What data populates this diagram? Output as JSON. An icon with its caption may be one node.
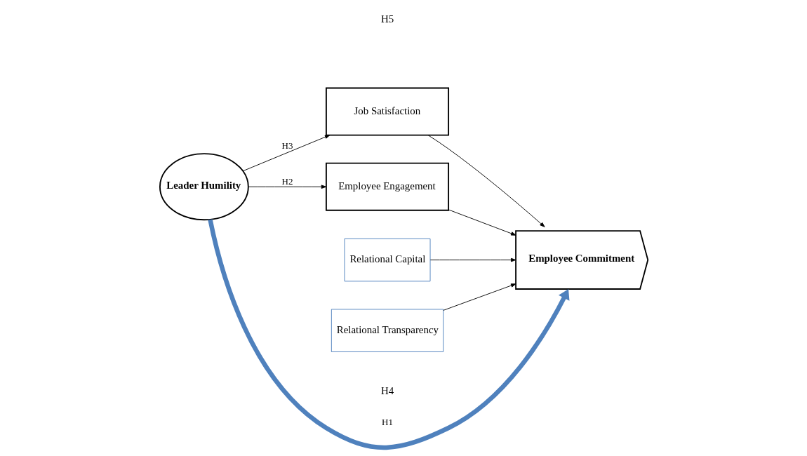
{
  "diagram": {
    "nodes": [
      {
        "text": [
          "Leader Humility"
        ]
      },
      {
        "text": [
          "Job Satisfaction"
        ]
      },
      {
        "text": [
          "Employee Engagement"
        ]
      },
      {
        "text": [
          "Employee Commitment"
        ]
      },
      {
        "text": [
          "Relational Capital"
        ]
      },
      {
        "text": [
          "Relational Transparency"
        ]
      }
    ],
    "edges": [
      {
        "from": 0,
        "to": 1,
        "arrow": "to",
        "label": "H3"
      },
      {
        "from": 0,
        "to": 3,
        "arrow": "to",
        "label": "H1",
        "style": "thick",
        "color": "#4f81bd"
      },
      {
        "from": 0,
        "to": 2,
        "arrow": "to",
        "label": "H2"
      },
      {
        "from": 1,
        "to": 3,
        "arrow": "to"
      },
      {
        "from": 2,
        "to": 3,
        "arrow": "to"
      },
      {
        "from": 4,
        "to": 3,
        "arrow": "to"
      },
      {
        "from": 5,
        "to": 3,
        "arrow": "to"
      }
    ],
    "labels": [
      "H5",
      "H4"
    ]
  }
}
